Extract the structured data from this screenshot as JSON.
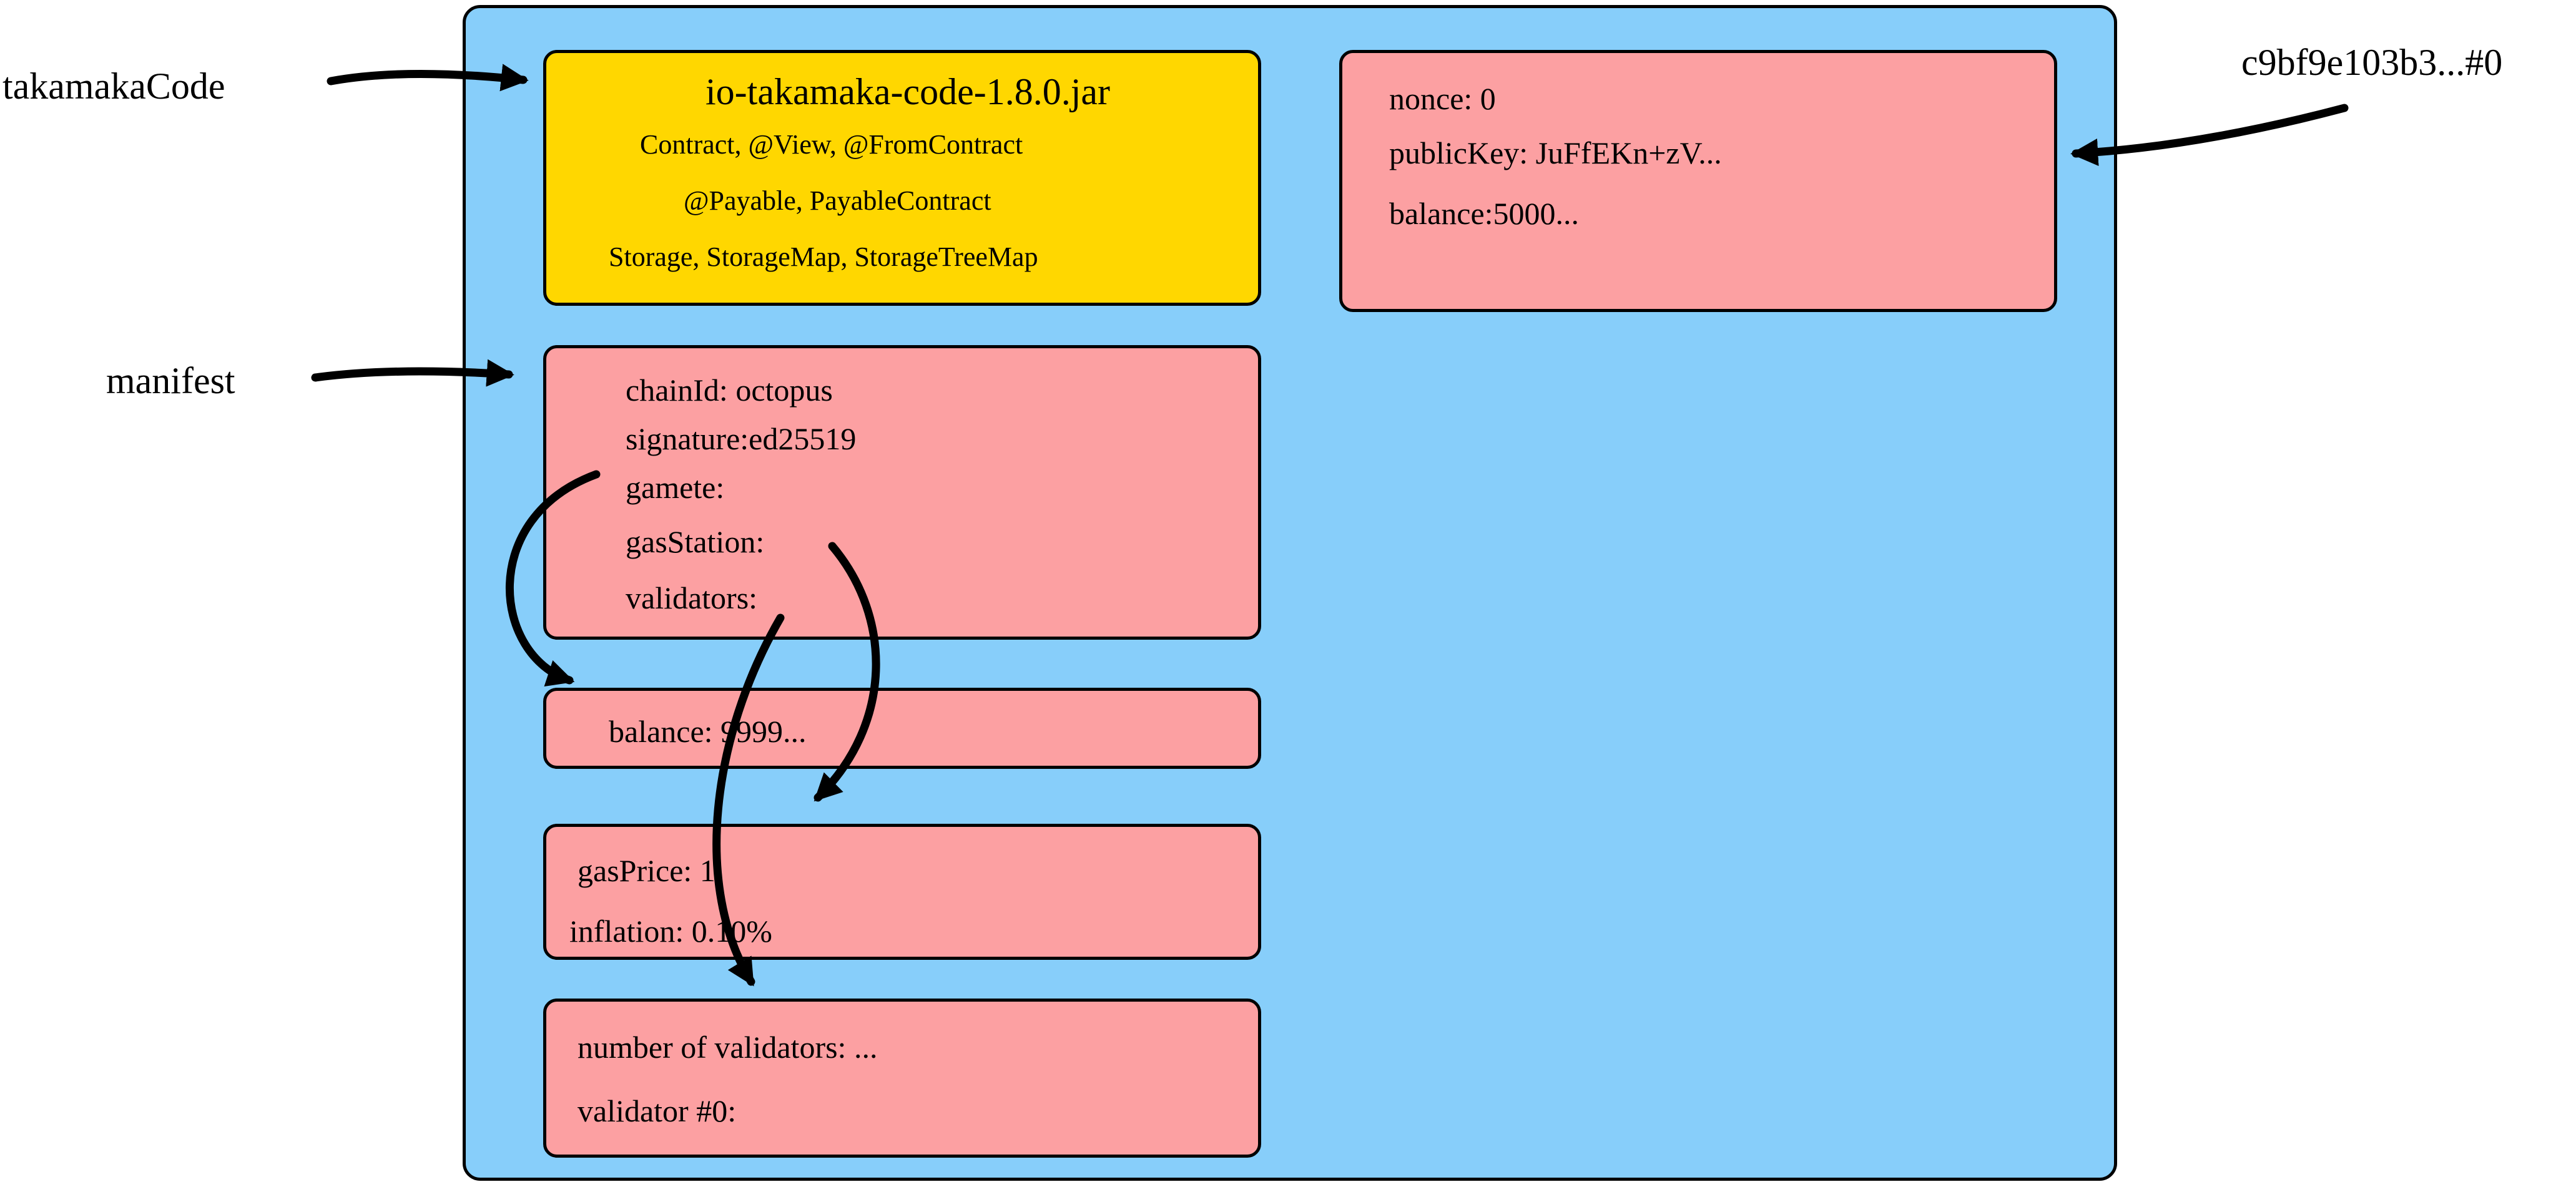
{
  "labels": {
    "takamaka_code": "takamakaCode",
    "manifest": "manifest",
    "account_ref": "c9bf9e103b3...#0"
  },
  "jar": {
    "title": "io-takamaka-code-1.8.0.jar",
    "line1": "Contract, @View, @FromContract",
    "line2": "@Payable, PayableContract",
    "line3": "Storage, StorageMap, StorageTreeMap"
  },
  "account": {
    "nonce": "nonce: 0",
    "public_key": "publicKey: JuFfEKn+zV...",
    "balance": "balance:5000..."
  },
  "manifest_box": {
    "chain_id": "chainId: octopus",
    "signature": "signature:ed25519",
    "gamete": "gamete:",
    "gas_station": "gasStation:",
    "validators": "validators:"
  },
  "gamete_box": {
    "balance": "balance: 9999..."
  },
  "gas_station_box": {
    "gas_price": "gasPrice: 1",
    "inflation": "inflation: 0.10%"
  },
  "validators_box": {
    "count": "number of validators: ...",
    "validator0": "validator #0:"
  },
  "colors": {
    "store_background": "#87cefa",
    "object_fill": "#fca0a2",
    "jar_fill": "#ffd700",
    "outline": "#000000"
  }
}
